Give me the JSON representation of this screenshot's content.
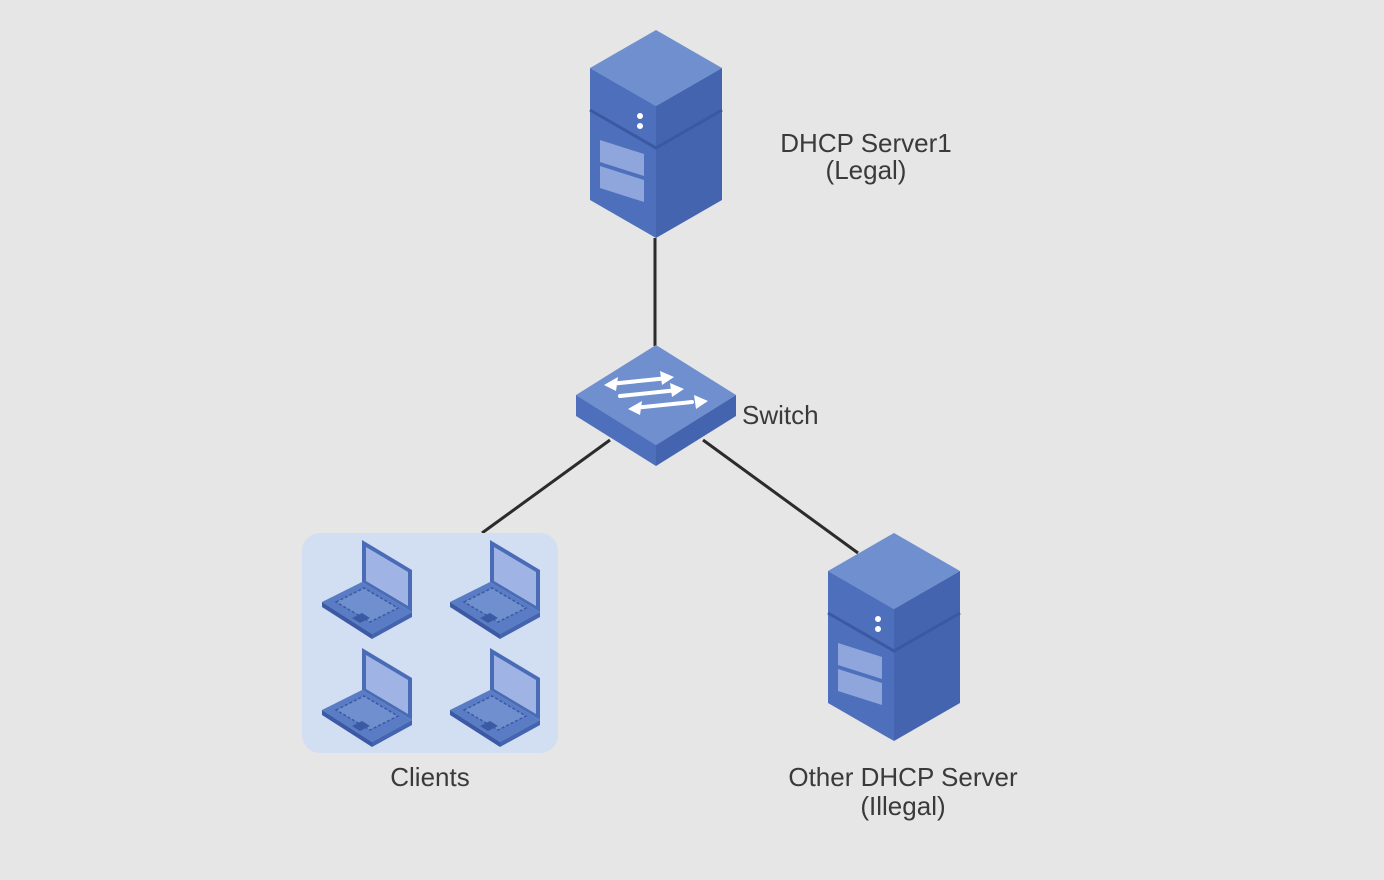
{
  "nodes": {
    "legal_server": {
      "line1": "DHCP Server1",
      "line2": "(Legal)",
      "icon": "server-icon"
    },
    "switch": {
      "label": "Switch",
      "icon": "switch-icon"
    },
    "clients": {
      "label": "Clients",
      "icon": "laptop-icon",
      "count": 4
    },
    "illegal_server": {
      "line1": "Other DHCP Server",
      "line2": "(Illegal)",
      "icon": "server-icon"
    }
  },
  "links": [
    {
      "from": "legal_server",
      "to": "switch"
    },
    {
      "from": "switch",
      "to": "clients"
    },
    {
      "from": "switch",
      "to": "illegal_server"
    }
  ],
  "colors": {
    "background": "#e6e6e6",
    "device_front": "#4a6cb6",
    "device_top": "#6f8fcf",
    "device_side": "#3c5aa4",
    "device_light": "#a9bce5",
    "client_area": "#d2def2",
    "link": "#2b2b2b",
    "text": "#3a3a3a"
  }
}
